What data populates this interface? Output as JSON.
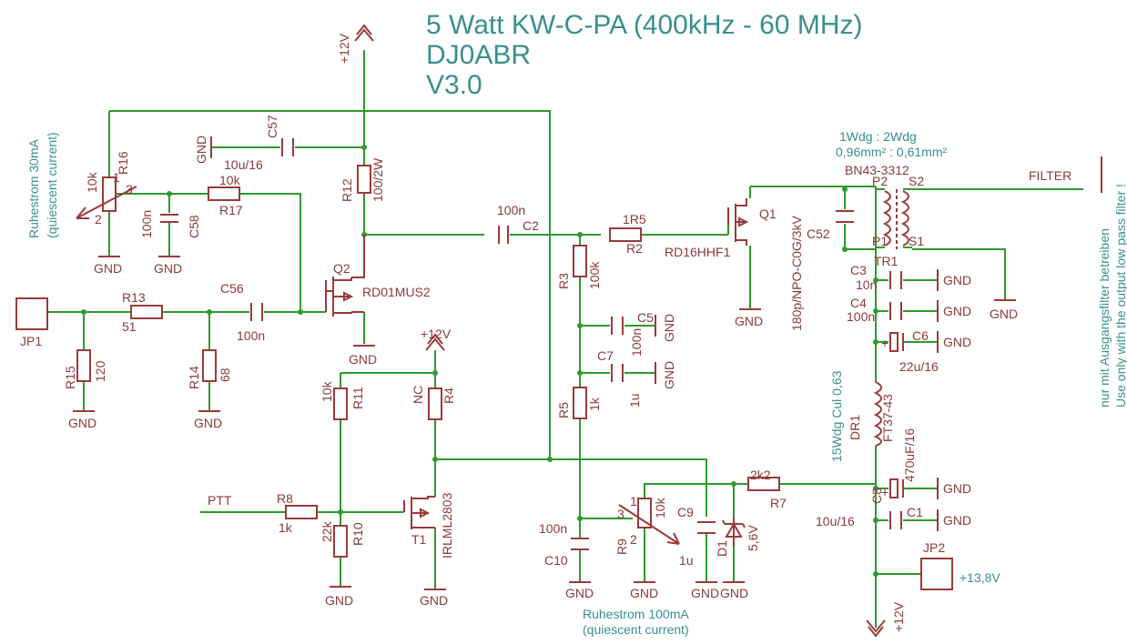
{
  "title": {
    "line1": "5 Watt KW-C-PA (400kHz - 60 MHz)",
    "line2": "DJ0ABR",
    "line3": "V3.0"
  },
  "notes": {
    "ruhestrom30_a": "Ruhestrom 30mA",
    "ruhestrom30_b": "(quiescent current)",
    "ruhestrom100_a": "Ruhestrom 100mA",
    "ruhestrom100_b": "(quiescent current)",
    "wdg_ratio": "1Wdg   :  2Wdg",
    "wdg_area": "0,96mm² : 0,61mm²",
    "filter_de": "nur mit Ausgangsfilter betreiben",
    "filter_en": "Use only with the output low pass filter !",
    "dr1_wire": "15Wdg Cul 0,63",
    "jp2_voltage": "+13,8V"
  },
  "labels": {
    "p12v": "+12V",
    "gnd": "GND",
    "nc": "NC",
    "filter": "FILTER",
    "ptt": "PTT",
    "jp1": "JP1",
    "jp2": "JP2",
    "r16": "R16",
    "r16_val": "10k",
    "pin1": "1",
    "pin2": "2",
    "pin3": "3",
    "r17": "R17",
    "r17_val": "10k",
    "c57": "C57",
    "c57_val": "10u/16",
    "c58": "C58",
    "c58_val": "100n",
    "r12": "R12",
    "r12_val": "100/2W",
    "c2": "C2",
    "c2_val": "100n",
    "r2": "R2",
    "r2_val": "1R5",
    "q1": "Q1",
    "q1_type": "RD16HHF1",
    "c52": "C52",
    "c52_val": "180p/NPO-C0G/3kV",
    "tr1": "TR1",
    "tr1_core": "BN43-3312",
    "p1": "P1",
    "p2": "P2",
    "s1": "S1",
    "s2": "S2",
    "q2": "Q2",
    "q2_type": "RD01MUS2",
    "r13": "R13",
    "r13_val": "51",
    "c56": "C56",
    "c56_val": "100n",
    "r15": "R15",
    "r15_val": "120",
    "r14": "R14",
    "r14_val": "68",
    "r3": "R3",
    "r3_val": "100k",
    "c5": "C5",
    "c5_val": "100n",
    "c7": "C7",
    "c7_val": "1u",
    "r5": "R5",
    "r5_val": "1k",
    "c3": "C3",
    "c3_val": "10n",
    "c4": "C4",
    "c4_val": "100n",
    "c6": "C6",
    "c6_val": "22u/16",
    "dr1": "DR1",
    "dr1_core": "FT37-43",
    "r11": "R11",
    "r11_val": "10k",
    "r4": "R4",
    "r8": "R8",
    "r8_val": "1k",
    "r10": "R10",
    "r10_val": "22k",
    "t1": "T1",
    "t1_type": "IRLML2803",
    "c10": "C10",
    "c10_val": "100n",
    "r9": "R9",
    "r9_val": "10k",
    "c9": "C9",
    "c9_val": "1u",
    "d1": "D1",
    "d1_val": "5,6V",
    "r7": "R7",
    "r7_val": "2k2",
    "c8": "C8",
    "c8_val": "470uF/16",
    "c1": "C1",
    "c1_val": "10u/16",
    "plus": "+"
  }
}
